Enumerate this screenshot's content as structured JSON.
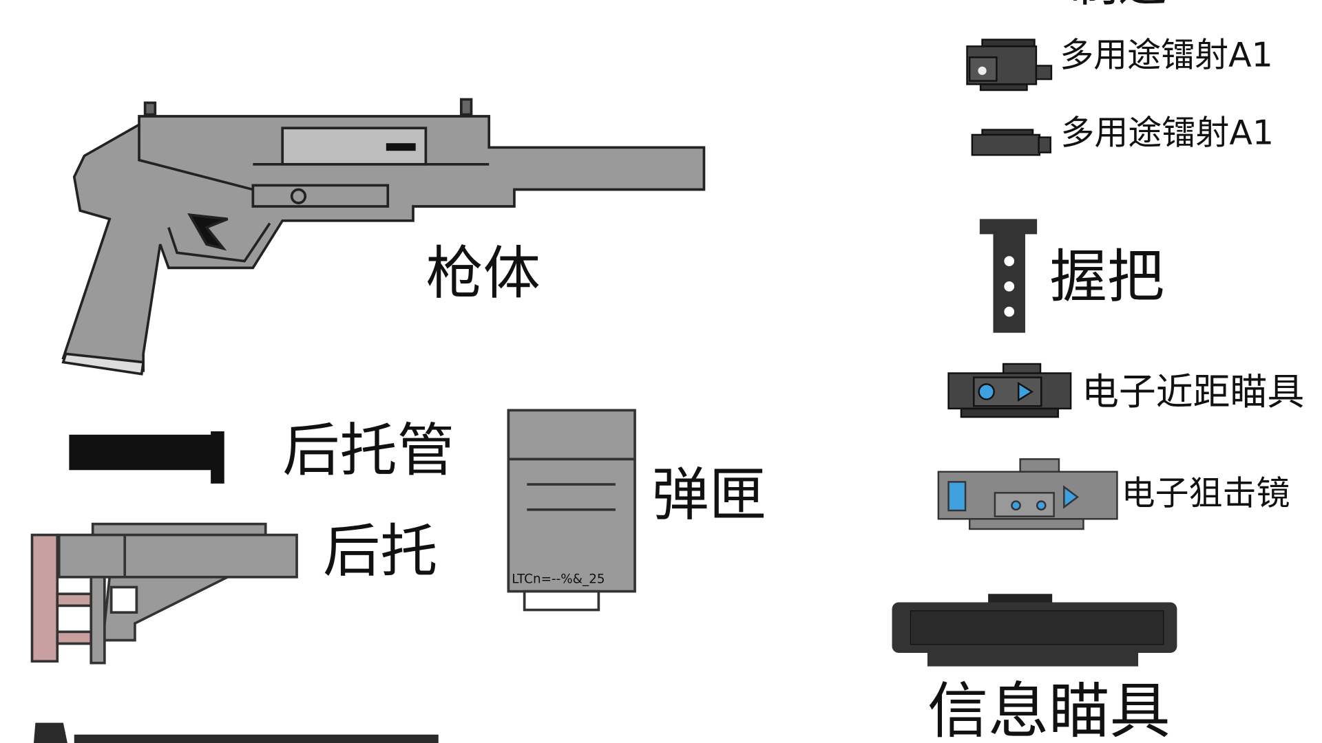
{
  "labels": {
    "top_cut": "制退",
    "body": "枪体",
    "buffer_tube": "后托管",
    "stock": "后托",
    "magazine": "弹匣",
    "laser_1": "多用途镭射A1",
    "laser_2": "多用途镭射A1",
    "grip": "握把",
    "red_dot": "电子近距瞄具",
    "sniper_scope": "电子狙击镜",
    "info_sight": "信息瞄具"
  },
  "magazine_marking": "LTCn=--%&_25",
  "colors": {
    "gun_gray": "#9a9a9a",
    "dark": "#3c3c3c",
    "pink": "#c9a0a0",
    "accent_blue": "#3fa0e0"
  }
}
